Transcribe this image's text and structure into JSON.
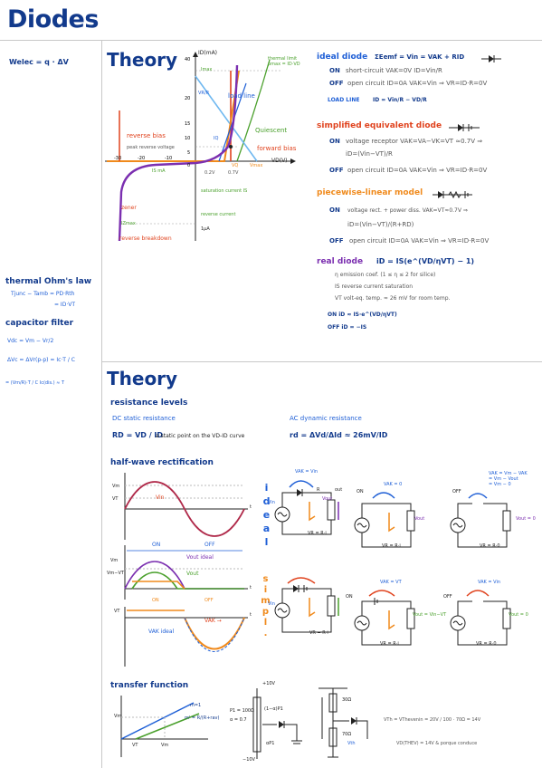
{
  "page": {
    "title": "Diodes",
    "work": "Welec = q · ΔV"
  },
  "sec1": {
    "heading": "Theory",
    "graph": {
      "ylabel": "ID(mA)",
      "xlabel": "VD(V)",
      "imax": "Imax",
      "thermal_limit": "thermal limit\npmax = ID·VD",
      "load_line": "load line",
      "quiescent": "Quiescent",
      "forward_bias": "forward bias",
      "reverse_bias": "reverse bias",
      "peak_reverse": "peak reverse voltage",
      "is_label": "IS mA",
      "sat_current": "saturation current IS",
      "reverse_current": "reverse current",
      "zener": "zener",
      "izmax": "IZmax",
      "reverse_breakdown": "reverse breakdown",
      "vr_by_r": "VR/R",
      "iq": "IQ",
      "vq": "VQ",
      "vmax": "Vmax",
      "v_02": "0.2V",
      "v_07": "0.7V",
      "one_ua": "1μA",
      "ticks_y": [
        "40",
        "20",
        "15",
        "10",
        "5",
        "0"
      ],
      "ticks_x": [
        "-30",
        "-20",
        "-10",
        "0"
      ]
    },
    "ideal": {
      "title": "ideal diode",
      "eq": "ΣEemf = Vin = VAK + RID",
      "on_label": "ON",
      "on_text": "short-circuit VAK=0V  ID=Vin/R",
      "off_label": "OFF",
      "off_text": "open circuit ID=0A  VAK=Vin ⇒ VR=ID·R=0V",
      "load_line_label": "LOAD LINE",
      "load_line_eq": "ID = Vin/R − VD/R"
    },
    "simplified": {
      "title": "simplified equivalent diode",
      "on_label": "ON",
      "on_text1": "voltage receptor VAK=VA−VK=VT ≈0.7V ⇒",
      "on_text2": "iD=(Vin−VT)/R",
      "off_label": "OFF",
      "off_text": "open circuit ID=0A  VAK=Vin ⇒ VR=ID·R=0V"
    },
    "piecewise": {
      "title": "piecewise-linear model",
      "on_label": "ON",
      "on_text1": "voltage rect. + power diss. VAK=VT≈0.7V ⇒",
      "on_text2": "iD=(Vin−VT)/(R+RD)",
      "off_label": "OFF",
      "off_text": "open circuit ID=0A  VAK=Vin ⇒ VR=ID·R=0V"
    },
    "real": {
      "title": "real diode",
      "eq": "iD = IS(e^(VD/ηVT) − 1)",
      "n1": "η emission coef. (1 ≤ η ≤ 2 for silice)",
      "n2": "IS reverse current saturation",
      "n3": "VT volt-eq. temp. ≈ 26 mV for room temp.",
      "on": "ON  iD ≈ IS·e^(VD/ηVT)",
      "off": "OFF  iD = −IS"
    }
  },
  "left": {
    "thermal_title": "thermal Ohm's law",
    "thermal_eq1": "Tjunc − Tamb = PD·Rth",
    "thermal_eq2": "= ID·VT",
    "cap_title": "capacitor filter",
    "cap_eq1": "Vdc = Vm − Vr/2",
    "cap_eq2": "ΔVc = ΔVr(p-p) = Ic·T / C",
    "cap_eq3": "= (Vm/R)·T / C   Ic(dis.) ≈ T"
  },
  "sec2": {
    "heading": "Theory",
    "resistance_levels": "resistance levels",
    "dc_title": "DC static resistance",
    "dc_eq": "RD = VD / ID",
    "dc_text": "a static point on the VD-ID curve",
    "ac_title": "AC dynamic resistance",
    "ac_eq": "rd = ΔVd/ΔId ≈ 26mV/ID",
    "halfwave": "half-wave rectification",
    "vin": "Vin",
    "vm": "Vm",
    "vm_vt": "Vm−VT",
    "vt": "VT",
    "on": "ON",
    "off": "OFF",
    "vout_ideal": "Vout ideal",
    "vout": "Vout",
    "vam_ideal": "VAK ideal",
    "vam": "VAK →",
    "t": "t",
    "ideal_vert": "ideal",
    "simpl_vert": "simpl.",
    "c_vin": "Vin",
    "c_vout": "Vout",
    "c_vr": "VR = R·i",
    "c_vr0": "VR = R·0",
    "c_vam": "VAK = Vin",
    "c_vam0": "VAK = 0",
    "c_vam_vt": "VAK = VT",
    "c_vout_vt": "Vout = Vin−VT",
    "c_vout0": "Vout = 0",
    "c_vak_note": "VAK = Vm − VAK\n= Vm − Vout\n= Vm − 0",
    "c_r": "R",
    "c_i": "i",
    "c_out": "out",
    "transfer": "transfer function",
    "tf_m1": "m=1",
    "tf_m2": "m' = R/(R+rav)",
    "tf_vm": "Vm",
    "tf_vt": "VT",
    "pot_r": "P1 = 100Ω",
    "pot_alpha": "α = 0.7",
    "pot_plus": "+10V",
    "pot_minus": "−10V",
    "pot_top": "(1−α)P1",
    "pot_bottom": "αP1",
    "div_top": "30Ω",
    "div_bottom": "70Ω",
    "div_eq": "VTh = VThevenin = 20V / 100 · 70Ω = 14V",
    "div_note": "VD(THEV) = 14V & porque conduce",
    "vth": "Vth"
  }
}
